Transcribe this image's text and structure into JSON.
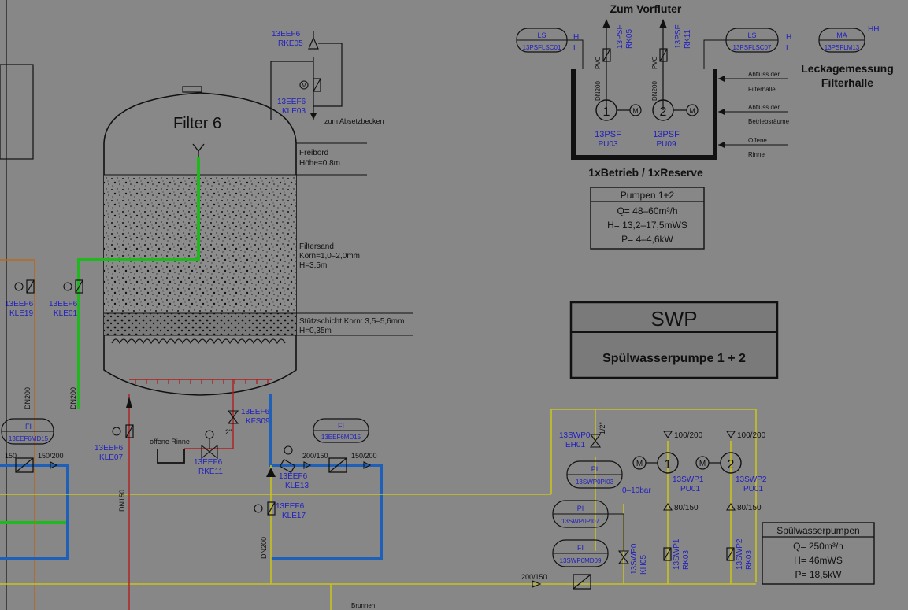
{
  "filter": {
    "title": "Filter 6",
    "freebord": [
      "Freibord",
      "Höhe=0,8m"
    ],
    "sand": [
      "Filtersand",
      "Korn=1,0–2,0mm",
      "H=3,5m"
    ],
    "support": [
      "Stützschicht Korn: 3,5–5,6mm",
      "H=0,35m"
    ]
  },
  "top_valves": {
    "rke05": [
      "13EEF6",
      "RKE05"
    ],
    "kle03": [
      "13EEF6",
      "KLE03"
    ],
    "to_basin": "zum Absetzbecken"
  },
  "left_valves": {
    "kle19": [
      "13EEF6",
      "KLE19"
    ],
    "kle01": [
      "13EEF6",
      "KLE01"
    ],
    "dn_left": "DN200",
    "dn_mid": "DN200",
    "fi_left": [
      "FI",
      "13EEF6MD15"
    ],
    "sz_left": [
      "150",
      "150/200"
    ]
  },
  "bottom_valves": {
    "kle07": [
      "13EEF6",
      "KLE07"
    ],
    "dn150": "DN150",
    "open_channel": "offene Rinne",
    "rke11": [
      "13EEF6",
      "RKE11"
    ],
    "kfs09": [
      "13EEF6",
      "KFS09"
    ],
    "size_2": "2\"",
    "fi_mid": [
      "FI",
      "13EEF6MD15"
    ],
    "sz_mid": [
      "200/150",
      "150/200"
    ],
    "kle13": [
      "13EEF6",
      "KLE13"
    ],
    "kle17": [
      "13EEF6",
      "KLE17"
    ],
    "dn200_b": "DN200"
  },
  "sump": {
    "title": "Zum Vorfluter",
    "ls_left": [
      "LS",
      "13PSFLSC01"
    ],
    "ls_left_hl": [
      "H",
      "L"
    ],
    "ls_right": [
      "LS",
      "13PSFLSC07"
    ],
    "ls_right_hl": [
      "H",
      "L"
    ],
    "ma": [
      "MA",
      "13PSFLM13"
    ],
    "ma_hh": "HH",
    "leak": [
      "Leckagemessung",
      "Filterhalle"
    ],
    "rk05": [
      "13PSF",
      "RK05"
    ],
    "rk11": [
      "13PSF",
      "RK11"
    ],
    "pvc": "PVC",
    "dn200": "DN200",
    "pump1_num": "1",
    "pump2_num": "2",
    "pu03": [
      "13PSF",
      "PU03"
    ],
    "pu09": [
      "13PSF",
      "PU09"
    ],
    "motor": "M",
    "inflow1": [
      "Abfluss der",
      "Filterhalle"
    ],
    "inflow2": [
      "Abfluss der",
      "Betriebsräume"
    ],
    "inflow3": [
      "Offene",
      "Rinne"
    ],
    "mode": "1xBetrieb / 1xReserve",
    "pump_box": [
      "Pumpen  1+2",
      "Q=  48–60m³/h",
      "H=  13,2–17,5mWS",
      "P=  4–4,6kW"
    ]
  },
  "swp": {
    "title": "SWP",
    "subtitle": "Spülwasserpumpe 1 + 2"
  },
  "swp_pumps": {
    "eh01": [
      "13SWP0",
      "EH01"
    ],
    "size_half": "1/2\"",
    "pi103": [
      "PI",
      "13SWP0PI03"
    ],
    "bar": "0–10bar",
    "pi107": [
      "PI",
      "13SWP0PI07"
    ],
    "fi09": [
      "FI",
      "13SWP0MD09"
    ],
    "kh05": [
      "13SWP0",
      "KH05"
    ],
    "sz_200_150": "200/150",
    "p1_top": "100/200",
    "p2_top": "100/200",
    "pu01a": [
      "13SWP1",
      "PU01"
    ],
    "pu01b": [
      "13SWP2",
      "PU01"
    ],
    "p1_bot": "80/150",
    "p2_bot": "80/150",
    "rk03a": [
      "13SWP1",
      "RK03"
    ],
    "rk03b": [
      "13SWP2",
      "RK03"
    ],
    "p1_num": "1",
    "p2_num": "2",
    "box": [
      "Spülwasserpumpen",
      "Q=  250m³/h",
      "H=  46mWS",
      "P=  18,5kW"
    ]
  },
  "bottom_text": "Brunnen"
}
